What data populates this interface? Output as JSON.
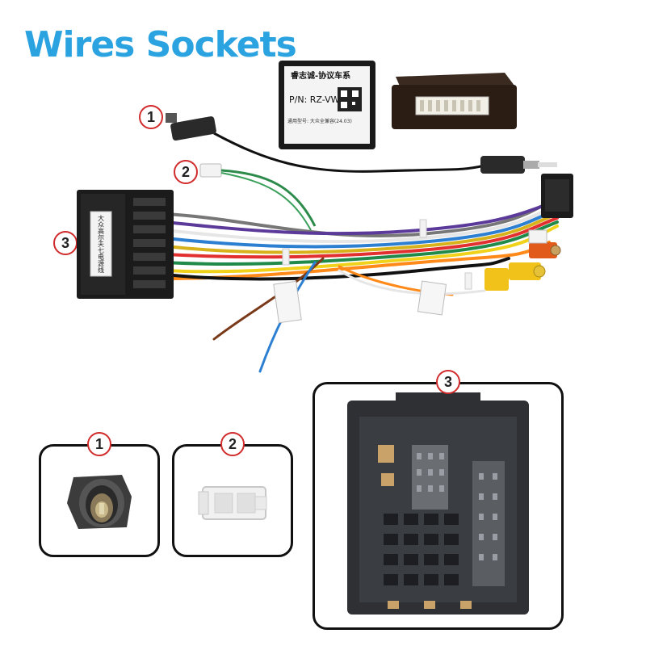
{
  "title": "Wires Sockets",
  "callouts": {
    "c1": "1",
    "c2": "2",
    "c3": "3"
  },
  "panels": {
    "p1": "1",
    "p2": "2",
    "p3": "3"
  },
  "decoder_box": {
    "line1": "睿志诚-协议车系",
    "line2": "P/N: RZ-VW08",
    "line3": "通用型号: 大众全兼容(24.03)"
  },
  "harness_label": "大众高尔夫七电源线",
  "colors": {
    "title": "#2aa3e0",
    "callout_border": "#d12b2b",
    "connector_black": "#1b1b1b",
    "rca_yellow": "#f0c21a",
    "rca_orange": "#e25a1a"
  }
}
